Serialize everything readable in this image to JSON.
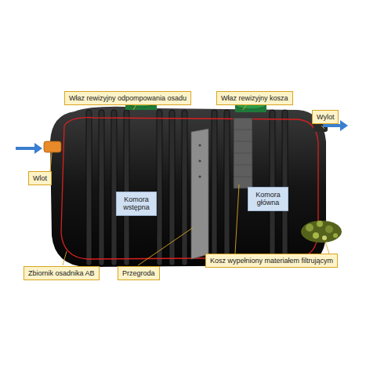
{
  "diagram": {
    "nodes": [
      {
        "text": [
          "Właz rewizyjny odpompowania osadu"
        ]
      },
      {
        "text": [
          "Właz rewizyjny kosza"
        ]
      },
      {
        "text": [
          "Wylot"
        ]
      },
      {
        "text": [
          "Wlot"
        ]
      },
      {
        "text": [
          "Komora wstępna"
        ]
      },
      {
        "text": [
          "Komora główna"
        ]
      },
      {
        "text": [
          "Zbiornik osadnika AB"
        ]
      },
      {
        "text": [
          "Przegroda"
        ]
      },
      {
        "text": [
          "Kosz wypełniony materiałem filtrującym"
        ]
      }
    ]
  }
}
